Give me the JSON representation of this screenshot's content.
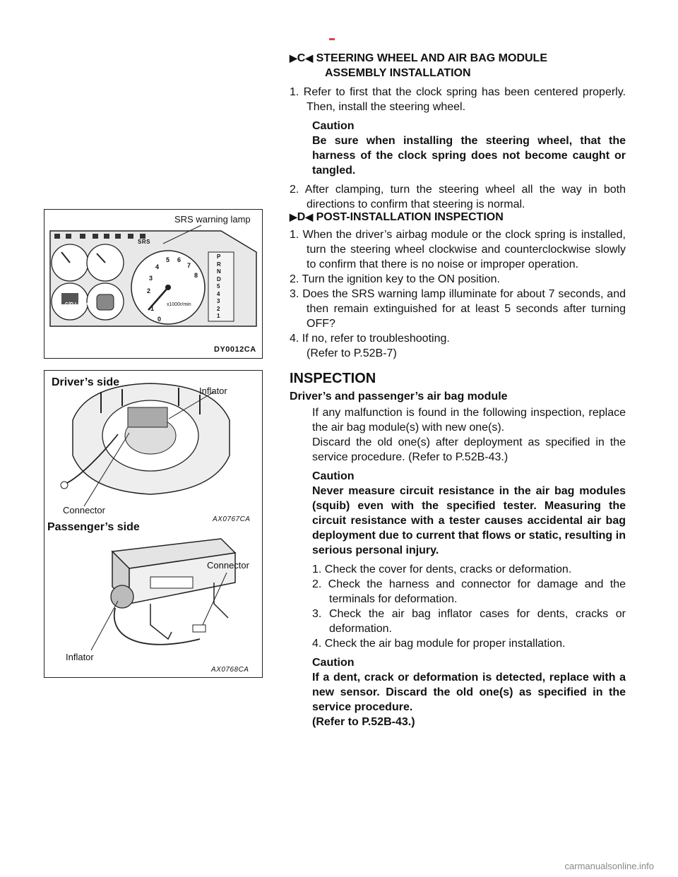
{
  "figures": {
    "srs": {
      "callout": "SRS warning lamp",
      "code": "DY0012CA",
      "tacho_unit": "x1000r/min",
      "tacho_marks": [
        "0",
        "1",
        "2",
        "3",
        "4",
        "5",
        "6",
        "7",
        "8"
      ],
      "gear_labels": [
        "P",
        "R",
        "N",
        "D",
        "5",
        "4",
        "3",
        "2",
        "1"
      ],
      "switch_label": "C/D LOCK"
    },
    "driver": {
      "title": "Driver’s side",
      "inflator": "Inflator",
      "connector": "Connector",
      "code": "AX0767CA"
    },
    "passenger": {
      "title": "Passenger’s side",
      "connector": "Connector",
      "inflator": "Inflator",
      "code": "AX0768CA"
    }
  },
  "section_c": {
    "tag_left": "▶",
    "tag_letter": "C",
    "tag_right": "◀",
    "title_1": "STEERING WHEEL AND AIR BAG MODULE",
    "title_2": "ASSEMBLY INSTALLATION",
    "step1": "1. Refer to first that the clock spring has been centered properly. Then, install the steering wheel.",
    "caution_label": "Caution",
    "caution_text": "Be sure when installing the steering wheel, that the harness of the clock spring does not become caught or  tangled.",
    "step2": "2. After clamping, turn the steering wheel all the way in both directions to confirm that steering is normal."
  },
  "section_d": {
    "tag_left": "▶",
    "tag_letter": "D",
    "tag_right": "◀",
    "title": "POST-INSTALLATION  INSPECTION",
    "step1": "1. When the driver’s airbag module or the clock spring is installed, turn the steering wheel clockwise and counterclockwise slowly to confirm that there is no noise or improper operation.",
    "step2": "2. Turn the ignition key to the ON position.",
    "step3": "3. Does the SRS warning lamp illuminate for about 7 seconds, and then remain extinguished for at least 5 seconds after turning OFF?",
    "step4": "4. If no, refer to troubleshooting.",
    "step4_ref": "(Refer to P.52B-7)"
  },
  "inspection": {
    "heading": "INSPECTION",
    "subheading": "Driver’s and passenger’s air bag module",
    "intro_1": "If any malfunction is found in the following inspection, replace the air bag module(s) with new one(s).",
    "intro_2": "Discard the old one(s) after deployment as specified in the service procedure. (Refer to P.52B-43.)",
    "caution1_label": "Caution",
    "caution1_text": "Never measure circuit resistance in the air bag modules (squib) even with the specified tester. Measuring the circuit resistance with a tester causes accidental air bag deployment due to current that flows or static, resulting in serious personal injury.",
    "checks": [
      "1. Check the cover for dents, cracks or deformation.",
      "2. Check the harness and connector for damage and the terminals for deformation.",
      "3. Check the air bag inflator cases for dents, cracks or deformation.",
      "4. Check the air bag module for proper installation."
    ],
    "caution2_label": "Caution",
    "caution2_lines": [
      "If a dent, crack or deformation is detected, replace with a new sensor. Discard the old one(s) as specified in the service procedure.",
      "(Refer to P.52B-43.)"
    ]
  },
  "footer": "carmanualsonline.info"
}
